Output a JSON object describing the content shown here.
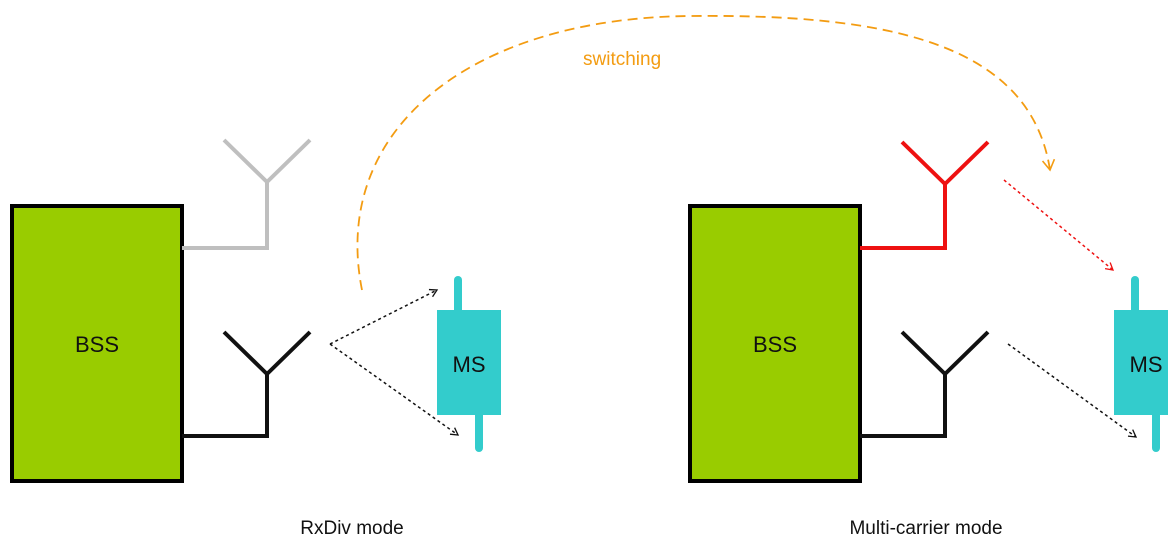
{
  "colors": {
    "bss_fill": "#99cc00",
    "ms_fill": "#33cccc",
    "switch_arrow": "#f39c12",
    "inactive_antenna": "#bfbfbf",
    "active_antenna": "#ee1111",
    "antenna": "#111111"
  },
  "switch": {
    "label": "switching"
  },
  "left": {
    "bss_label": "BSS",
    "ms_label": "MS",
    "mode_label": "RxDiv mode"
  },
  "right": {
    "bss_label": "BSS",
    "ms_label": "MS",
    "mode_label": "Multi-carrier mode"
  }
}
